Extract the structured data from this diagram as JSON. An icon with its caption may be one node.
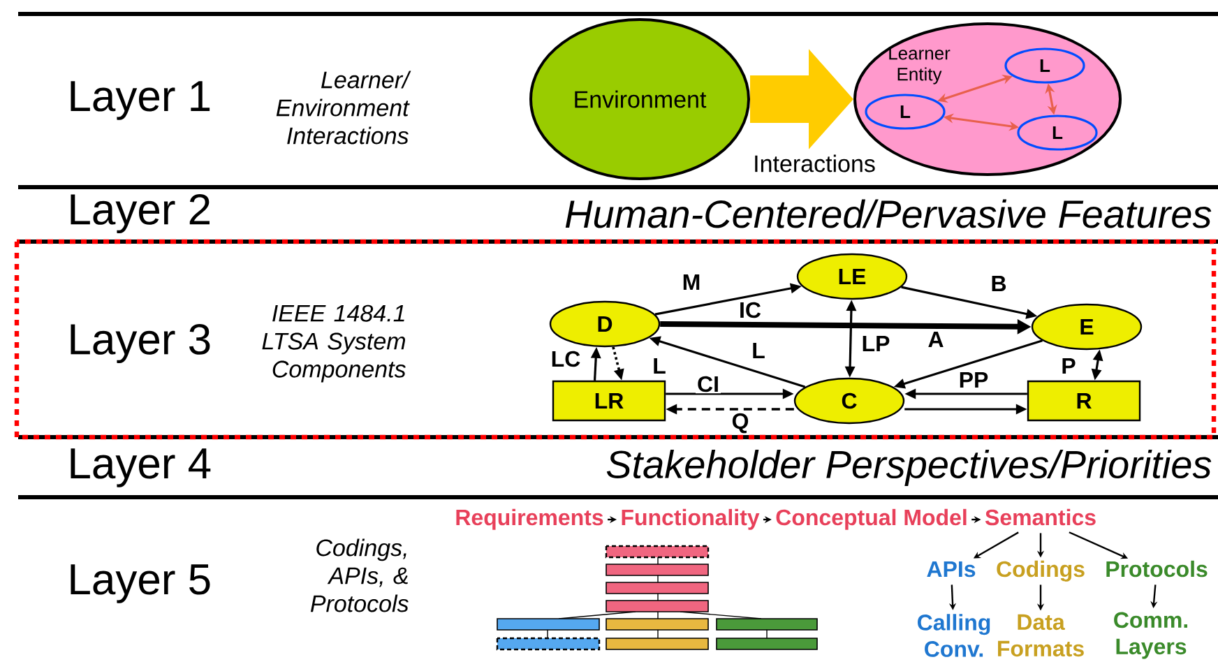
{
  "diagram": {
    "nodes": [
      {
        "text": [
          "Environment"
        ]
      },
      {
        "text": [
          "Learner Entity"
        ]
      },
      {
        "text": [
          "L"
        ],
        "in": 1
      },
      {
        "text": [
          "L"
        ],
        "in": 1
      },
      {
        "text": [
          "L"
        ],
        "in": 1
      },
      {
        "text": [
          "LE"
        ]
      },
      {
        "text": [
          "D"
        ]
      },
      {
        "text": [
          "E"
        ]
      },
      {
        "text": [
          "LR"
        ]
      },
      {
        "text": [
          "C"
        ]
      },
      {
        "text": [
          "R"
        ]
      },
      {
        "text": [
          "Requirements"
        ]
      },
      {
        "text": [
          "Functionality"
        ]
      },
      {
        "text": [
          "Conceptual Model"
        ]
      },
      {
        "text": [
          "Semantics"
        ]
      },
      {
        "text": [
          "APIs"
        ]
      },
      {
        "text": [
          "Codings"
        ]
      },
      {
        "text": [
          "Protocols"
        ]
      },
      {
        "text": [
          "Calling Conv."
        ]
      },
      {
        "text": [
          "Data Formats"
        ]
      },
      {
        "text": [
          "Comm. Layers"
        ]
      }
    ],
    "edges": [
      {
        "from": 0,
        "to": 1,
        "arrow": "to",
        "label": "Interactions",
        "style": "thick",
        "color": "#ffcc00"
      },
      {
        "from": 3,
        "to": 2,
        "arrow": "both",
        "color": "#e8604c"
      },
      {
        "from": 2,
        "to": 4,
        "arrow": "both",
        "color": "#e8604c"
      },
      {
        "from": 3,
        "to": 4,
        "arrow": "both",
        "color": "#e8604c"
      },
      {
        "from": 6,
        "to": 5,
        "arrow": "to",
        "label": "M"
      },
      {
        "from": 5,
        "to": 7,
        "arrow": "to",
        "label": "B"
      },
      {
        "from": 6,
        "to": 7,
        "arrow": "to",
        "label": "IC",
        "style": "thick"
      },
      {
        "from": 7,
        "to": 9,
        "arrow": "to",
        "label": "A"
      },
      {
        "from": 9,
        "to": 6,
        "arrow": "to",
        "label": "L"
      },
      {
        "from": 5,
        "to": 9,
        "arrow": "both",
        "label": "LP"
      },
      {
        "from": 8,
        "to": 6,
        "arrow": "to",
        "label": "LC"
      },
      {
        "from": 6,
        "to": 8,
        "arrow": "to",
        "label": "L",
        "style": "dashed"
      },
      {
        "from": 8,
        "to": 9,
        "arrow": "to",
        "label": "CI"
      },
      {
        "from": 9,
        "to": 8,
        "arrow": "to",
        "label": "Q",
        "style": "dashed"
      },
      {
        "from": 10,
        "to": 9,
        "arrow": "to",
        "label": "PP"
      },
      {
        "from": 9,
        "to": 10,
        "arrow": "to"
      },
      {
        "from": 7,
        "to": 10,
        "arrow": "both",
        "label": "P"
      },
      {
        "from": 11,
        "to": 12,
        "arrow": "to"
      },
      {
        "from": 12,
        "to": 13,
        "arrow": "to"
      },
      {
        "from": 13,
        "to": 14,
        "arrow": "to"
      },
      {
        "from": 14,
        "to": 15,
        "arrow": "to"
      },
      {
        "from": 14,
        "to": 16,
        "arrow": "to"
      },
      {
        "from": 14,
        "to": 17,
        "arrow": "to"
      },
      {
        "from": 15,
        "to": 18,
        "arrow": "to"
      },
      {
        "from": 16,
        "to": 19,
        "arrow": "to"
      },
      {
        "from": 17,
        "to": 20,
        "arrow": "to"
      }
    ],
    "labels": [
      "Layer 1",
      "Learner/ Environment Interactions",
      "Layer 2",
      "Human-Centered/Pervasive Features",
      "Layer 3",
      "IEEE 1484.1 LTSA System Components",
      "Layer 4",
      "Stakeholder Perspectives/Priorities",
      "Layer 5",
      "Codings, APIs, & Protocols"
    ]
  }
}
